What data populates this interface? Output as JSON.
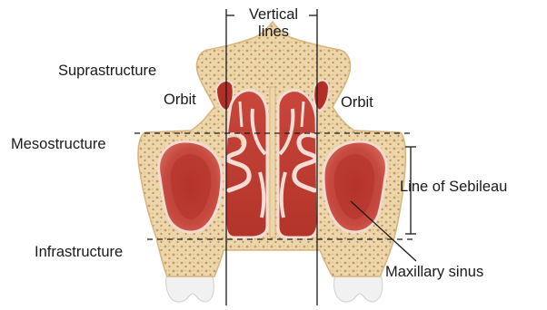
{
  "labels": {
    "vertical_lines": [
      "Vertical",
      "lines"
    ],
    "suprastructure": "Suprastructure",
    "orbit_left": "Orbit",
    "orbit_right": "Orbit",
    "mesostructure": "Mesostructure",
    "infrastructure": "Infrastructure",
    "line_of_sebileau": "Line of Sebileau",
    "maxillary_sinus": "Maxillary sinus"
  },
  "colors": {
    "bone": "#e9d3a6",
    "bone_dots": "#c7a070",
    "bone_edge": "#d8b47e",
    "sinus_dark": "#a72a22",
    "sinus_mid": "#c4453b",
    "sinus_light": "#de7d72",
    "mucosa_outline": "#f2dcd2",
    "line": "#1a1a1a",
    "tooth": "#f1f1f1"
  }
}
